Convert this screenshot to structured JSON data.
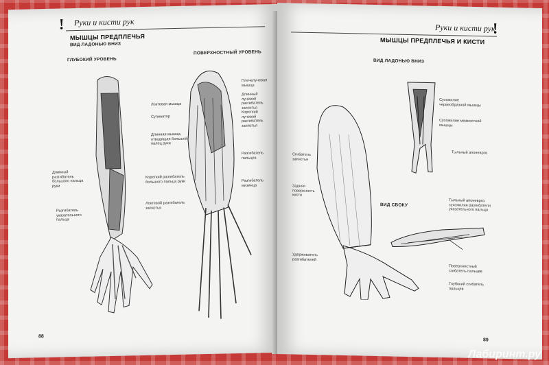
{
  "left_page": {
    "header": "Руки и кисти рук",
    "section_title": "МЫШЦЫ ПРЕДПЛЕЧЬЯ",
    "section_subtitle": "ВИД ЛАДОНЬЮ ВНИЗ",
    "deep_level": "ГЛУБОКИЙ УРОВЕНЬ",
    "superficial_level": "ПОВЕРХНОСТНЫЙ УРОВЕНЬ",
    "labels": {
      "anconeus": "Локтевая мышца",
      "supinator": "Супинатор",
      "abductor": "Длинная мышца, отводящая большой палец руки",
      "ext_long": "Длинный разгибатель большого пальца руки",
      "ext_short": "Короткий разгибатель большого пальца руки",
      "ext_index": "Разгибатель указательного пальца",
      "ext_ulnar": "Локтевой разгибатель запястья",
      "r1": "Плечелучевая мышца",
      "r2": "Длинный лучевой разгибатель запястья",
      "r3": "Короткий лучевой разгибатель запястья",
      "r4": "Разгибатель пальцев",
      "r5": "Разгибатель мизинца"
    },
    "page_number": "88"
  },
  "right_page": {
    "header": "Руки и кисти рук",
    "section_title": "МЫШЦЫ ПРЕДПЛЕЧЬЯ И КИСТИ",
    "palm_down": "ВИД ЛАДОНЬЮ ВНИЗ",
    "side_view": "ВИД СБОКУ",
    "labels": {
      "lumbrical": "Сухожилие червеобразной мышцы",
      "interosseous": "Сухожилие межкостной мышцы",
      "dorsal": "Тыльный апоневроз",
      "ext_carpi": "Сгибатель запястья",
      "palm_surface": "Задняя поверхность кисти",
      "retinaculum": "Удерживатель разгибателей",
      "dorsal_tendon": "Тыльный апоневроз сухожилия разгибателя указательного пальца",
      "sup_flexor": "Поверхностный сгибатель пальцев",
      "deep_flexor": "Глубокий сгибатель пальцев"
    },
    "page_number": "89"
  },
  "watermark": "Лабиринт.ру"
}
